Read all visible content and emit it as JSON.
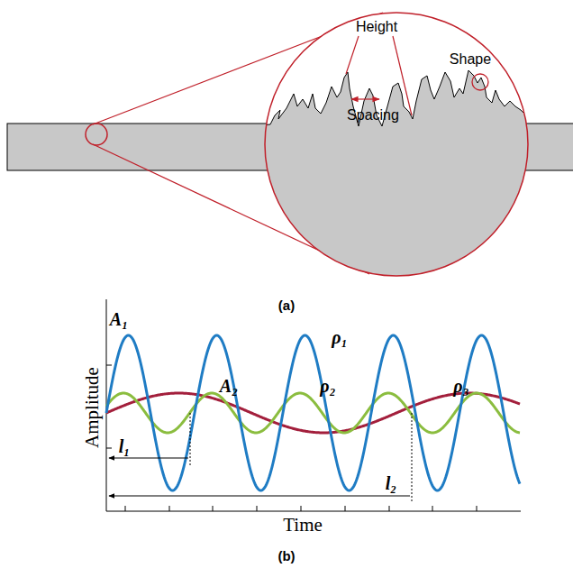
{
  "diagram": {
    "labels": [
      "Height",
      "Shape",
      "Spacing",
      "(a)",
      "A₁",
      "A₂",
      "ρ₁",
      "ρ₂",
      "ρ₃",
      "l₁",
      "l₂",
      "Amplitude",
      "Time",
      "(b)"
    ]
  }
}
